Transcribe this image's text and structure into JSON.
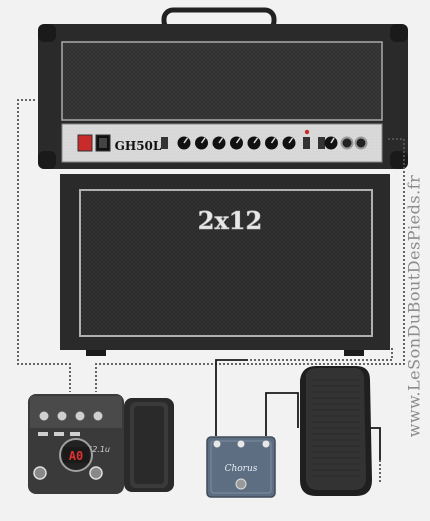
{
  "amp_head": {
    "model_label": "GH50L",
    "knob_count": 7
  },
  "cabinet": {
    "label": "2x12"
  },
  "multi_effect": {
    "brand_label": "G2.1u",
    "display_value": "A0"
  },
  "chorus_pedal": {
    "label": "Chorus"
  },
  "wah_pedal": {},
  "watermark": {
    "text": "www.LeSonDuBoutDesPieds.fr"
  },
  "colors": {
    "background": "#f2f2f2",
    "tolex": "#2a2a2a",
    "grille": "#3a3a3a",
    "control_panel": "#d9d9d9",
    "power_switch": "#c92a2a",
    "display_red": "#e03030",
    "chorus_body": "#5e6e82",
    "cable": "#1a1a1a",
    "watermark": "#8c8c8c"
  }
}
